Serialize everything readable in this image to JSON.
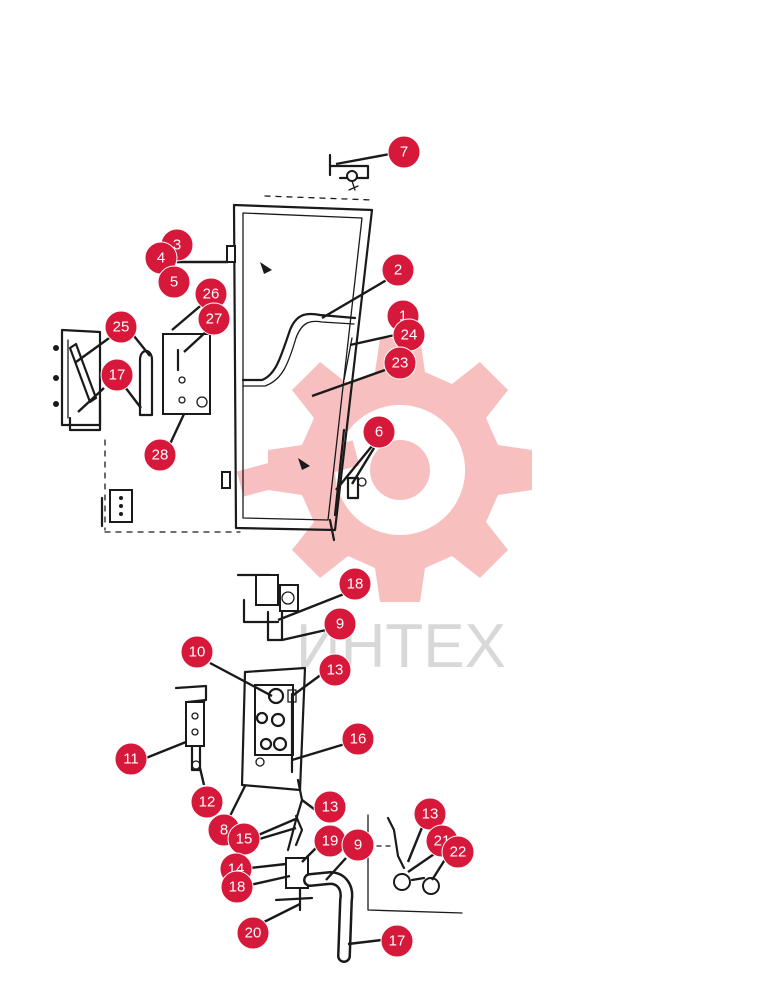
{
  "watermark": {
    "text": "ИНТЕХ",
    "color": "#f28b8b"
  },
  "callout_color": "#d6183a",
  "callouts": [
    {
      "id": "c7",
      "label": "7"
    },
    {
      "id": "c3",
      "label": "3"
    },
    {
      "id": "c4",
      "label": "4"
    },
    {
      "id": "c5",
      "label": "5"
    },
    {
      "id": "c2",
      "label": "2"
    },
    {
      "id": "c26",
      "label": "26"
    },
    {
      "id": "c27",
      "label": "27"
    },
    {
      "id": "c25",
      "label": "25"
    },
    {
      "id": "c1",
      "label": "1"
    },
    {
      "id": "c24",
      "label": "24"
    },
    {
      "id": "c23",
      "label": "23"
    },
    {
      "id": "c17a",
      "label": "17"
    },
    {
      "id": "c28",
      "label": "28"
    },
    {
      "id": "c6",
      "label": "6"
    },
    {
      "id": "c18a",
      "label": "18"
    },
    {
      "id": "c9a",
      "label": "9"
    },
    {
      "id": "c10",
      "label": "10"
    },
    {
      "id": "c13a",
      "label": "13"
    },
    {
      "id": "c16",
      "label": "16"
    },
    {
      "id": "c11",
      "label": "11"
    },
    {
      "id": "c12",
      "label": "12"
    },
    {
      "id": "c13b",
      "label": "13"
    },
    {
      "id": "c8",
      "label": "8"
    },
    {
      "id": "c15",
      "label": "15"
    },
    {
      "id": "c19",
      "label": "19"
    },
    {
      "id": "c9b",
      "label": "9"
    },
    {
      "id": "c13c",
      "label": "13"
    },
    {
      "id": "c21",
      "label": "21"
    },
    {
      "id": "c22",
      "label": "22"
    },
    {
      "id": "c14",
      "label": "14"
    },
    {
      "id": "c18b",
      "label": "18"
    },
    {
      "id": "c20",
      "label": "20"
    },
    {
      "id": "c17b",
      "label": "17"
    }
  ]
}
